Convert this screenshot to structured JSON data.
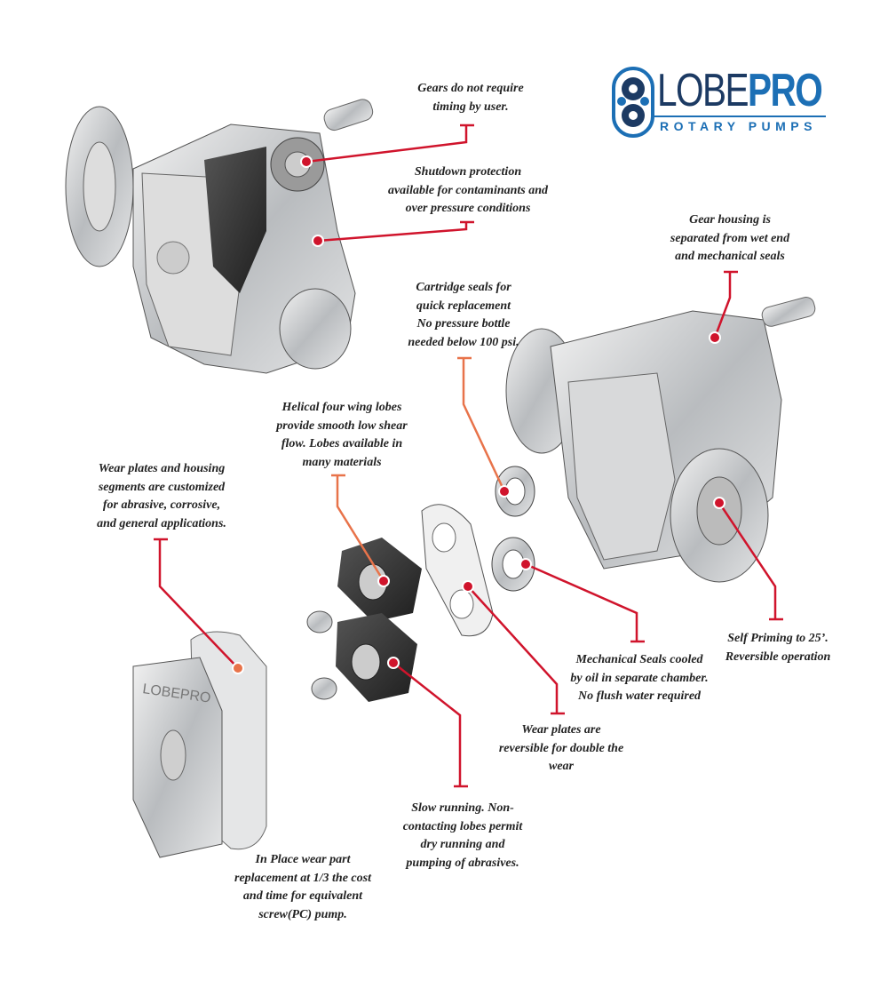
{
  "logo": {
    "brand_a": "LOBE",
    "brand_b": "PRO",
    "tagline": "ROTARY PUMPS",
    "colors": {
      "dark": "#1c3a63",
      "blue": "#1c6fb5"
    }
  },
  "callouts": [
    {
      "id": "gears",
      "lines": [
        "Gears do not require",
        "timing by user."
      ]
    },
    {
      "id": "shutdown",
      "lines": [
        "Shutdown protection",
        "available for contaminants and",
        "over pressure conditions"
      ]
    },
    {
      "id": "gear-housing",
      "lines": [
        "Gear housing is",
        "separated from wet end",
        "and mechanical seals"
      ]
    },
    {
      "id": "cartridge",
      "lines": [
        "Cartridge seals for",
        "quick replacement",
        "No pressure bottle",
        "needed below 100 psi."
      ]
    },
    {
      "id": "helical",
      "lines": [
        "Helical four wing lobes",
        "provide smooth low shear",
        "flow. Lobes available in",
        "many materials"
      ]
    },
    {
      "id": "wear-housing",
      "lines": [
        "Wear plates and housing",
        "segments are customized",
        "for abrasive, corrosive,",
        "and general applications."
      ]
    },
    {
      "id": "mech-seals",
      "lines": [
        "Mechanical Seals cooled",
        "by oil in separate chamber.",
        "No flush water required"
      ]
    },
    {
      "id": "self-priming",
      "lines": [
        "Self Priming to 25’.",
        "Reversible operation"
      ]
    },
    {
      "id": "wear-reversible",
      "lines": [
        "Wear plates are",
        "reversible for double the",
        "wear"
      ]
    },
    {
      "id": "slow-running",
      "lines": [
        "Slow running. Non-",
        "contacting lobes permit",
        "dry running and",
        "pumping of abrasives."
      ]
    },
    {
      "id": "in-place",
      "lines": [
        "In Place wear part",
        "replacement at 1/3 the cost",
        "and time for equivalent",
        "screw(PC) pump."
      ]
    }
  ],
  "colors": {
    "callout_red": "#d0142c",
    "callout_orange": "#e8734a"
  }
}
